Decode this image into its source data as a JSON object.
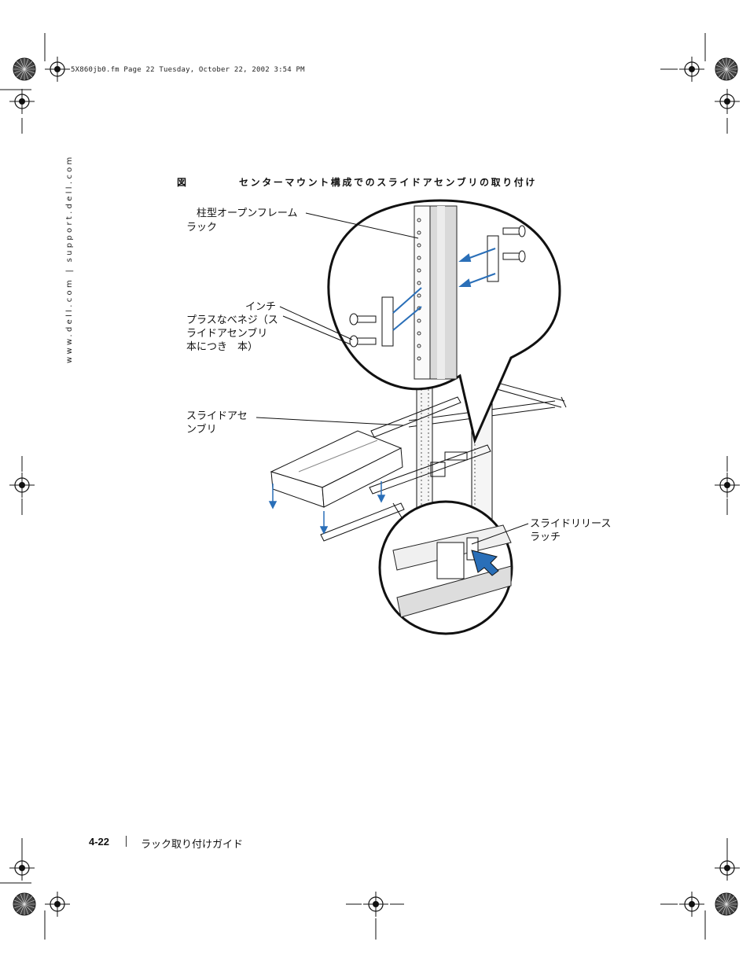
{
  "header": {
    "print_info": "5X860jb0.fm  Page 22  Tuesday, October 22, 2002  3:54 PM"
  },
  "sidebar": {
    "url": "www.dell.com | support.dell.com"
  },
  "figure": {
    "label": "図",
    "title": "センターマウント構成でのスライドアセンブリの取り付け",
    "callouts": {
      "rack_line1": "柱型オープンフレーム",
      "rack_line2": "ラック",
      "screw_line1": "インチ",
      "screw_line2": "プラスなべネジ（ス",
      "screw_line3": "ライドアセンブリ",
      "screw_line4": "本につき　本）",
      "slide_line1": "スライドアセ",
      "slide_line2": "ンブリ",
      "latch_line1": "スライドリリース",
      "latch_line2": "ラッチ"
    }
  },
  "footer": {
    "page_number": "4-22",
    "guide_title": "ラック取り付けガイド"
  },
  "colors": {
    "accent_blue": "#2a6fb8",
    "line": "#111111"
  }
}
